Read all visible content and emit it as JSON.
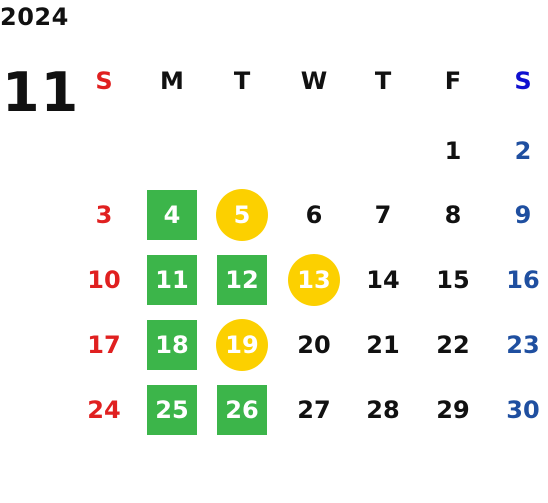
{
  "header": {
    "year": "2024",
    "month": "11"
  },
  "weekdays": [
    {
      "label": "S",
      "color": "#e02020"
    },
    {
      "label": "M",
      "color": "#111111"
    },
    {
      "label": "T",
      "color": "#111111"
    },
    {
      "label": "W",
      "color": "#111111"
    },
    {
      "label": "T",
      "color": "#111111"
    },
    {
      "label": "F",
      "color": "#111111"
    },
    {
      "label": "S",
      "color": "#1010d0"
    }
  ],
  "colors": {
    "sunday_text": "#e02020",
    "weekday_text": "#111111",
    "saturday_text": "#1f4fa0",
    "highlight_green": "#3cb54a",
    "highlight_yellow": "#fcd000",
    "highlight_text": "#ffffff"
  },
  "weeks": [
    [
      null,
      null,
      null,
      null,
      null,
      {
        "day": "1"
      },
      {
        "day": "2"
      }
    ],
    [
      {
        "day": "3"
      },
      {
        "day": "4",
        "highlight": "green"
      },
      {
        "day": "5",
        "highlight": "yellow"
      },
      {
        "day": "6"
      },
      {
        "day": "7"
      },
      {
        "day": "8"
      },
      {
        "day": "9"
      }
    ],
    [
      {
        "day": "10"
      },
      {
        "day": "11",
        "highlight": "green"
      },
      {
        "day": "12",
        "highlight": "green"
      },
      {
        "day": "13",
        "highlight": "yellow"
      },
      {
        "day": "14"
      },
      {
        "day": "15"
      },
      {
        "day": "16"
      }
    ],
    [
      {
        "day": "17"
      },
      {
        "day": "18",
        "highlight": "green"
      },
      {
        "day": "19",
        "highlight": "yellow"
      },
      {
        "day": "20"
      },
      {
        "day": "21"
      },
      {
        "day": "22"
      },
      {
        "day": "23"
      }
    ],
    [
      {
        "day": "24"
      },
      {
        "day": "25",
        "highlight": "green"
      },
      {
        "day": "26",
        "highlight": "green"
      },
      {
        "day": "27"
      },
      {
        "day": "28"
      },
      {
        "day": "29"
      },
      {
        "day": "30"
      }
    ]
  ]
}
